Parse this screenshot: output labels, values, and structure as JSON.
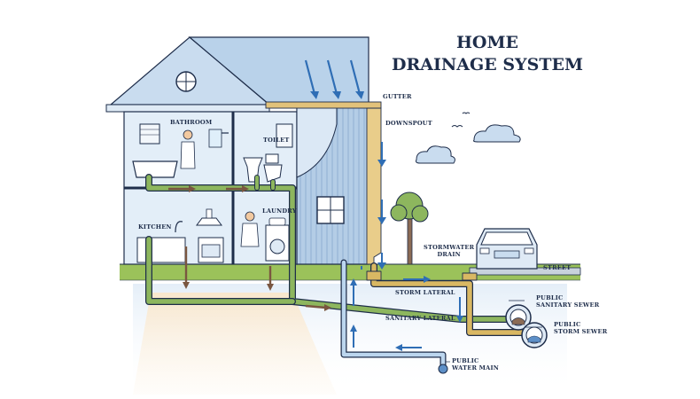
{
  "title": {
    "line1": "HOME",
    "line2": "DRAINAGE SYSTEM"
  },
  "labels": {
    "gutter": "GUTTER",
    "downspout": "DOWNSPOUT",
    "bathroom": "BATHROOM",
    "toilet": "TOILET",
    "laundry": "LAUNDRY",
    "kitchen": "KITCHEN",
    "stormwater_drain_1": "STORMWATER",
    "stormwater_drain_2": "DRAIN",
    "street": "STREET",
    "storm_lateral": "STORM LATERAL",
    "public_sanitary_sewer_1": "PUBLIC",
    "public_sanitary_sewer_2": "SANITARY SEWER",
    "sanitary_lateral": "SANITARY LATERAL",
    "public_storm_sewer_1": "PUBLIC",
    "public_storm_sewer_2": "STORM SEWER",
    "public_water_main_1": "PUBLIC",
    "public_water_main_2": "WATER MAIN"
  },
  "colors": {
    "outline": "#1e2d4a",
    "house_wall": "#cfe0f0",
    "roof": "#b9d2ea",
    "grass": "#9bc25a",
    "soil_warm": "#f7d6a8",
    "sanitary_pipe": "#7da851",
    "storm_pipe": "#d7b45a",
    "water_pipe": "#a9c9e6",
    "arrow_blue": "#2f6eb5",
    "arrow_brown": "#7a5640"
  }
}
